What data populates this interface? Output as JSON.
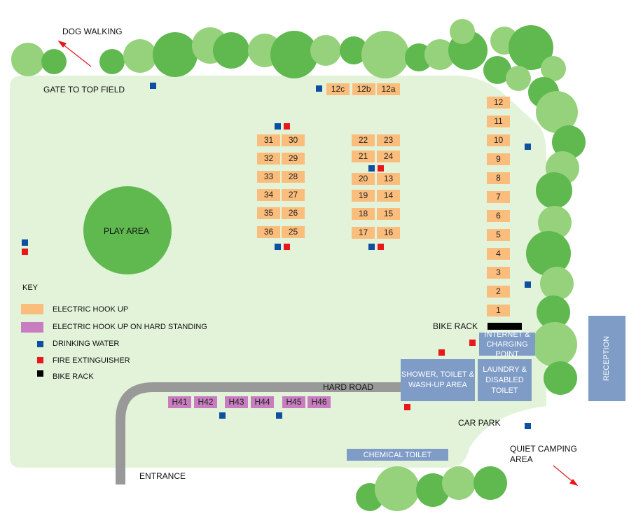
{
  "labels": {
    "dog_walking": "DOG WALKING",
    "gate": "GATE TO TOP FIELD",
    "play_area": "PLAY AREA",
    "hard_road": "HARD ROAD",
    "entrance": "ENTRANCE",
    "car_park": "CAR PARK",
    "quiet_camping": "QUIET CAMPING AREA",
    "bike_rack": "BIKE RACK"
  },
  "buildings": {
    "internet": "INTERNET & CHARGING POINT",
    "shower": "SHOWER, TOILET & WASH-UP AREA",
    "laundry": "LAUNDRY & DISABLED TOILET",
    "reception": "RECEPTION",
    "chemical": "CHEMICAL TOILET"
  },
  "key": {
    "title": "KEY",
    "items": [
      {
        "label": "ELECTRIC HOOK UP",
        "color": "#fbbd7c"
      },
      {
        "label": "ELECTRIC HOOK UP ON HARD STANDING",
        "color": "#c77dbf"
      },
      {
        "label": "DRINKING WATER",
        "color": "#0d4fa1"
      },
      {
        "label": "FIRE EXTINGUISHER",
        "color": "#e8171b"
      },
      {
        "label": "BIKE RACK",
        "color": "#000000"
      }
    ]
  },
  "pitches": {
    "top": [
      "12c",
      "12b",
      "12a"
    ],
    "right": [
      "12",
      "11",
      "10",
      "9",
      "8",
      "7",
      "6",
      "5",
      "4",
      "3",
      "2",
      "1"
    ],
    "block_a_left": [
      "31",
      "32",
      "33",
      "34",
      "35",
      "36"
    ],
    "block_a_right": [
      "30",
      "29",
      "28",
      "27",
      "26",
      "25"
    ],
    "block_b_left": [
      "22",
      "21",
      "20",
      "19",
      "18",
      "17"
    ],
    "block_b_right": [
      "23",
      "24",
      "13",
      "14",
      "15",
      "16"
    ],
    "hard_standing": [
      "H41",
      "H42",
      "H43",
      "H44",
      "H45",
      "H46"
    ]
  },
  "colors": {
    "field": "#e2f3d9",
    "play_area": "#5fb94f",
    "road": "#999999",
    "building": "#7f9cc7",
    "tree_dark": "#5fb94f",
    "tree_light": "#96d27c"
  }
}
